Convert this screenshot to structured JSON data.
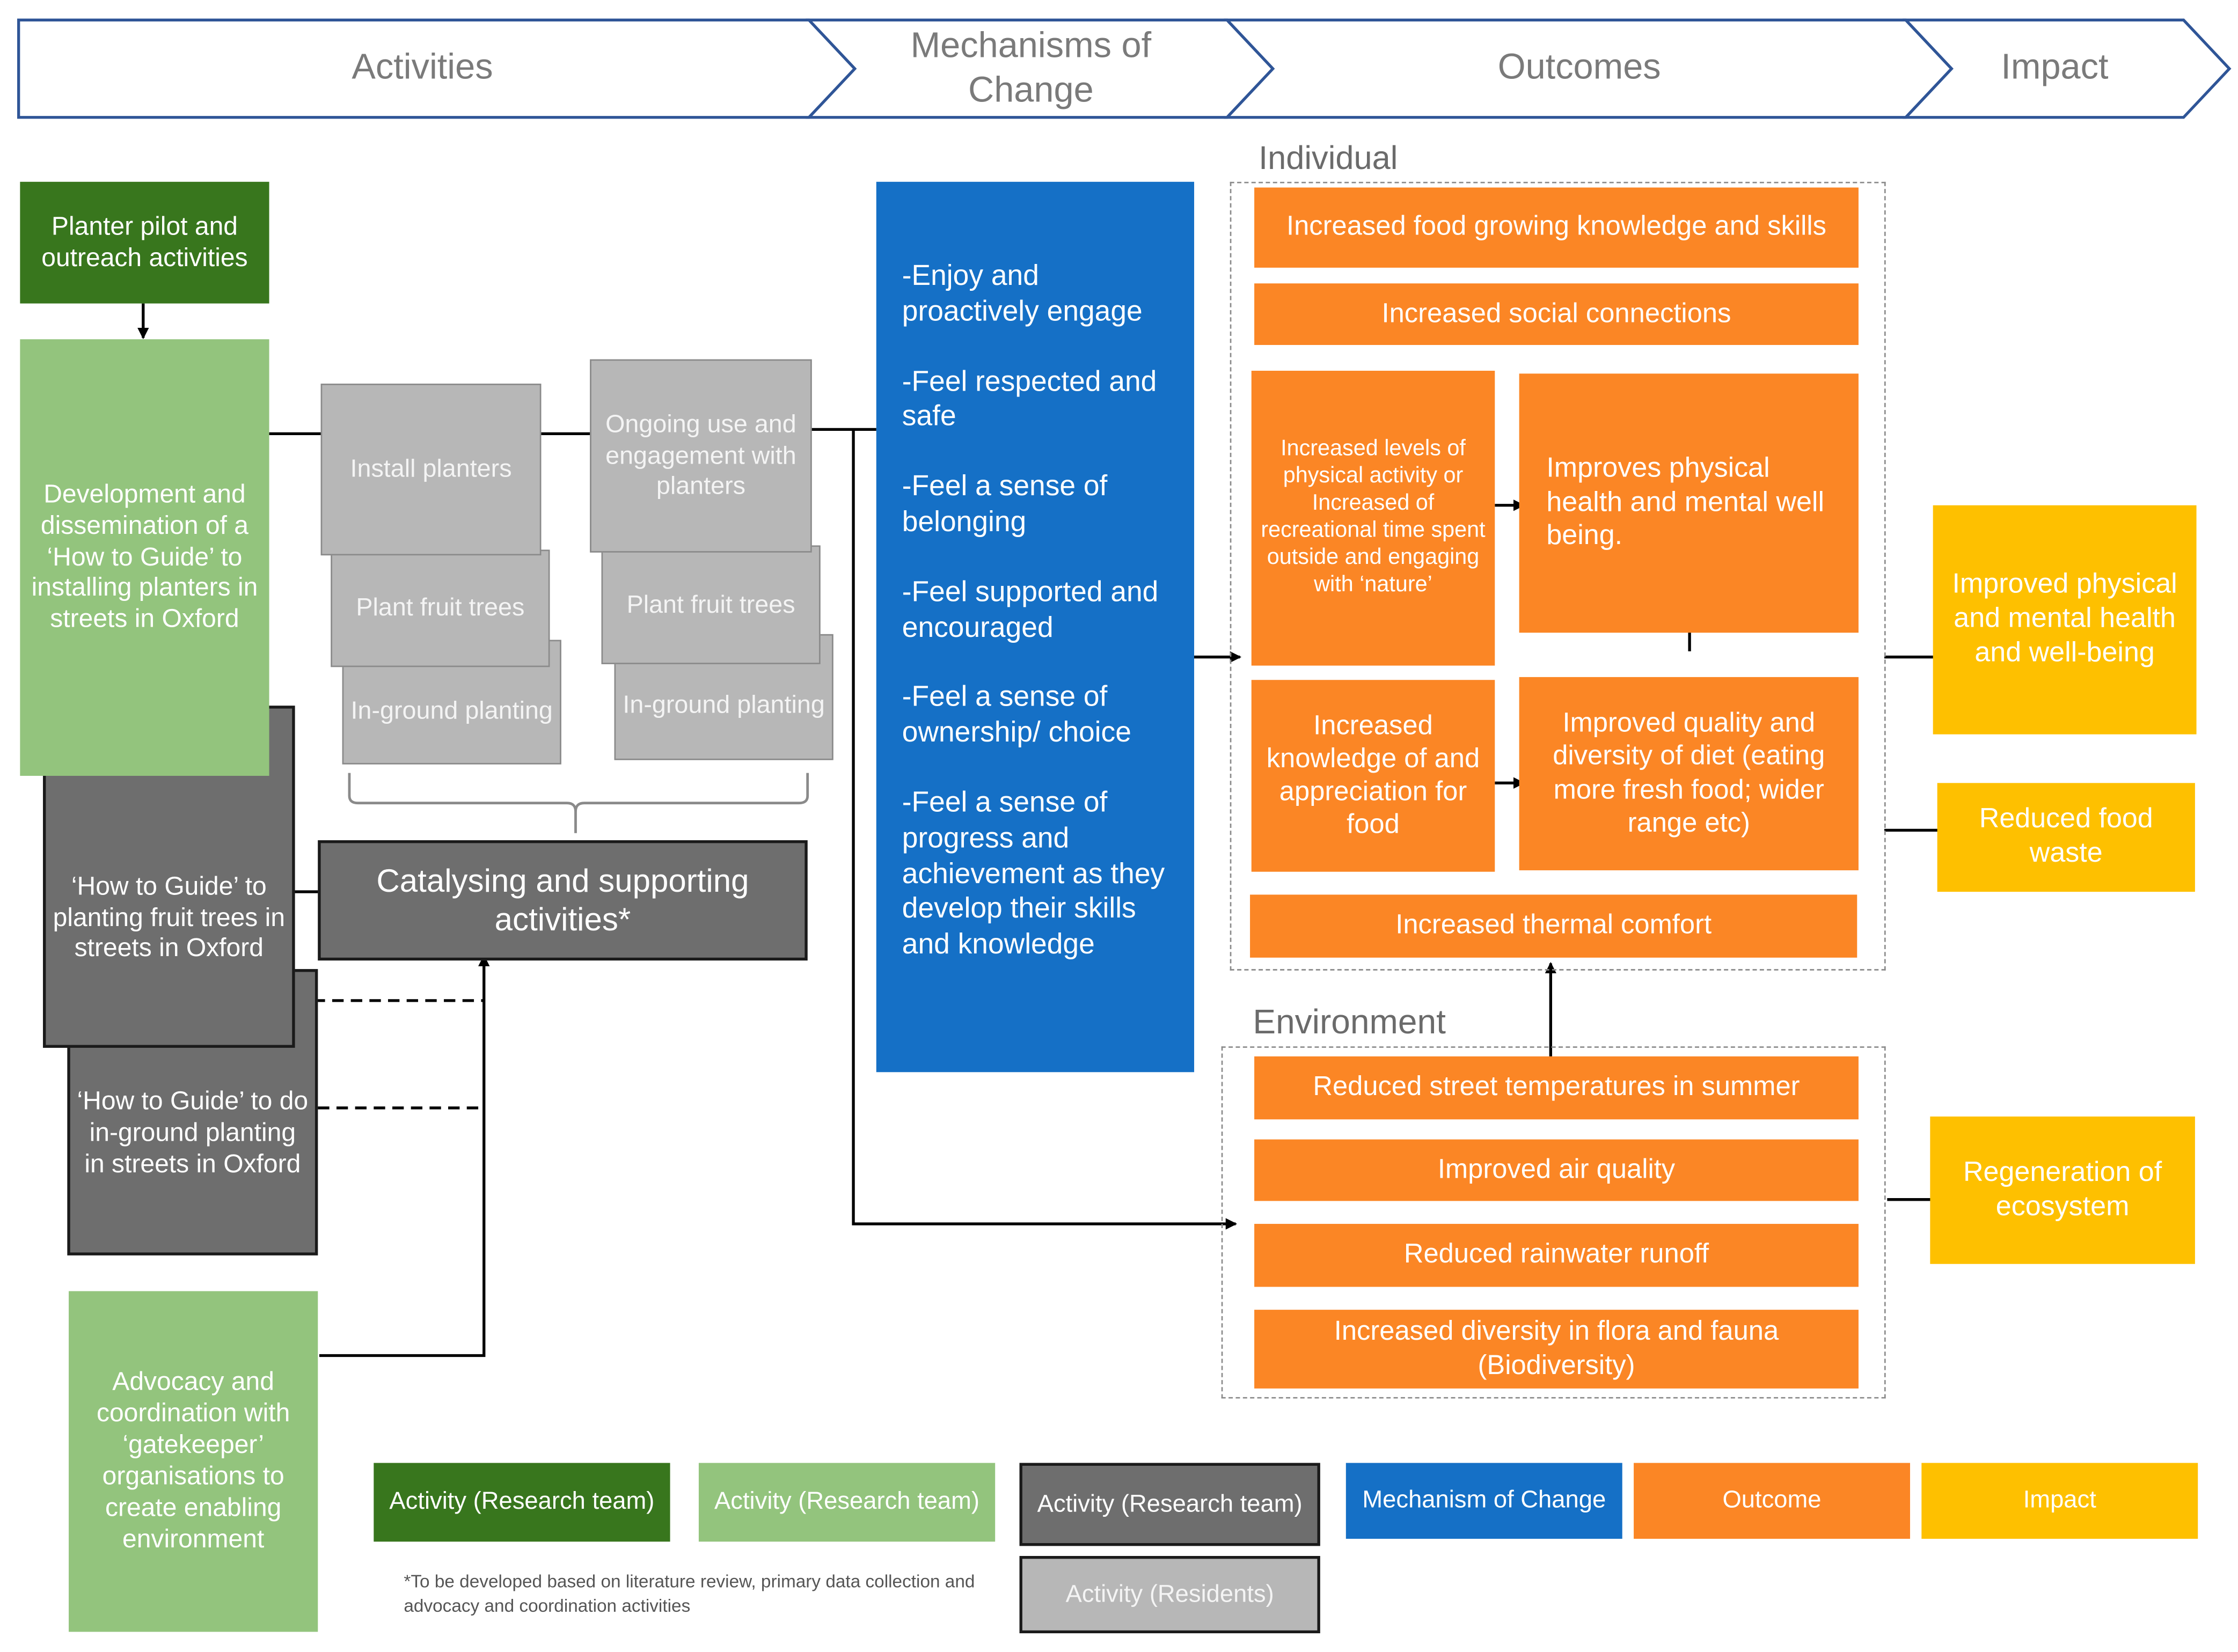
{
  "headers": [
    "Activities",
    "Mechanisms of Change",
    "Outcomes",
    "Impact"
  ],
  "activities": {
    "pilot": "Planter pilot and outreach activities",
    "guide_installing": "Development and dissemination of a ‘How to Guide’ to installing planters in streets in Oxford",
    "guide_fruit": "‘How to Guide’ to planting fruit trees in streets in Oxford",
    "guide_inground": "‘How to Guide’ to do in-ground planting in streets in Oxford",
    "advocacy": "Advocacy and coordination with ‘gatekeeper’ organisations to create enabling environment",
    "install_planters": "Install planters",
    "plant_fruit_1": "Plant fruit trees",
    "inground_1": "In-ground planting",
    "ongoing_use": "Ongoing use and engagement with planters",
    "plant_fruit_2": "Plant fruit trees",
    "inground_2": "In-ground planting",
    "catalysing": "Catalysing and supporting activities*"
  },
  "mechanisms": [
    "-Enjoy and proactively engage",
    "-Feel respected and safe",
    "-Feel a sense of belonging",
    "-Feel supported and encouraged",
    "-Feel a sense of ownership/ choice",
    "-Feel a sense of progress and achievement as they develop their skills and knowledge"
  ],
  "outcomes": {
    "individual_label": "Individual",
    "environment_label": "Environment",
    "food_knowledge": "Increased food growing knowledge and skills",
    "social": "Increased  social connections",
    "physical_activity": "Increased levels of physical activity or Increased of recreational time spent outside and engaging with ‘nature’",
    "health": "Improves physical health and mental well being.",
    "food_appreciation": "Increased knowledge of and appreciation for food",
    "diet": "Improved quality and diversity of diet (eating more fresh food; wider range etc)",
    "thermal": "Increased thermal comfort",
    "street_temp": "Reduced street temperatures in summer",
    "air": "Improved air quality",
    "rainwater": "Reduced rainwater runoff",
    "biodiversity": "Increased diversity in flora and fauna (Biodiversity)"
  },
  "impacts": {
    "health": "Improved physical and mental health and well-being",
    "food_waste": "Reduced food waste",
    "ecosystem": "Regeneration of ecosystem"
  },
  "legend": {
    "activity_dark": "Activity (Research team)",
    "activity_light": "Activity (Research team)",
    "activity_gray": "Activity (Research team)",
    "activity_residents": "Activity (Residents)",
    "mechanism": "Mechanism of Change",
    "outcome": "Outcome",
    "impact": "Impact"
  },
  "footnote": "*To be developed based on literature review, primary data collection and advocacy and coordination activities",
  "colors": {
    "activity_dark_green": "#38761d",
    "activity_light_green": "#93c47d",
    "activity_gray": "#6e6e6e",
    "activity_residents": "#b7b7b7",
    "mechanism_blue": "#1570c6",
    "outcome_orange": "#fb8625",
    "impact_yellow": "#fec000",
    "header_outline": "#2f5597"
  }
}
